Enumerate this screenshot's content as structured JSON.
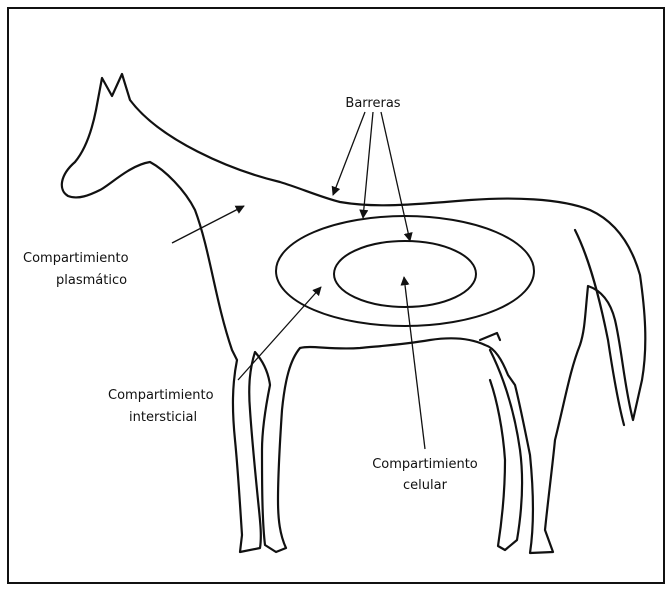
{
  "labels": {
    "barriers": "Barreras",
    "plasma_line1": "Compartimiento",
    "plasma_line2": "plasmático",
    "interstitial_line1": "Compartimiento",
    "interstitial_line2": "intersticial",
    "cellular_line1": "Compartimiento",
    "cellular_line2": "celular"
  }
}
